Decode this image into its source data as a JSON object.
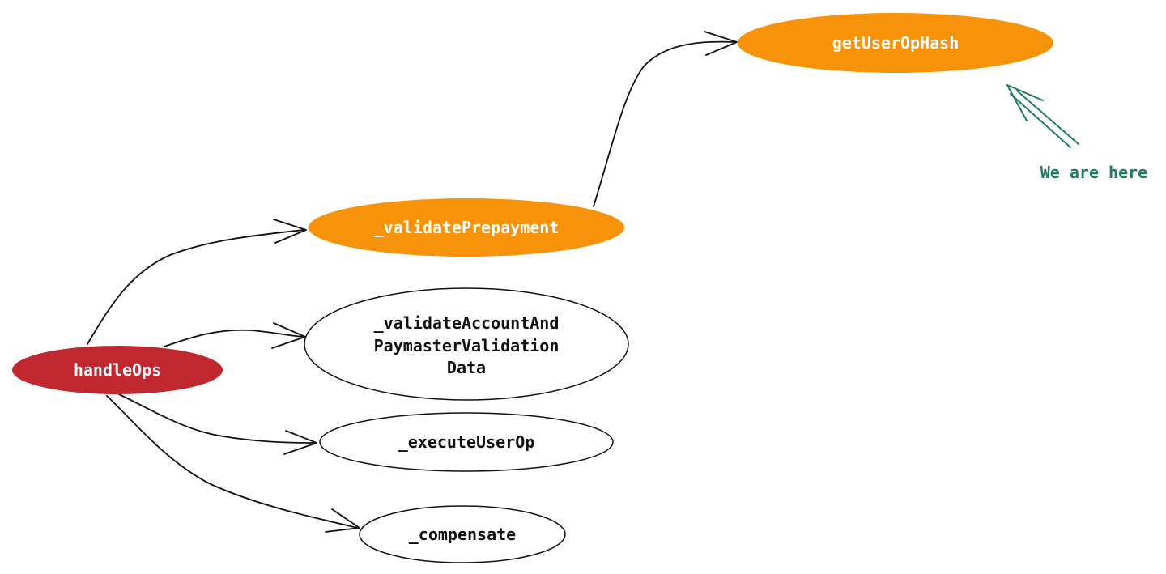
{
  "colors": {
    "root": "#c1272f",
    "highlight": "#f7930a",
    "plain_fill": "#ffffff",
    "plain_stroke": "#111111",
    "annotation": "#1e7f5c"
  },
  "nodes": {
    "handleOps": {
      "label": "handleOps",
      "style": "root"
    },
    "validatePrepayment": {
      "label": "_validatePrepayment",
      "style": "highlight"
    },
    "getUserOpHash": {
      "label": "getUserOpHash",
      "style": "highlight"
    },
    "validateAccount": {
      "lines": [
        "_validateAccountAnd",
        "PaymasterValidation",
        "Data"
      ],
      "style": "plain"
    },
    "executeUserOp": {
      "label": "_executeUserOp",
      "style": "plain"
    },
    "compensate": {
      "label": "_compensate",
      "style": "plain"
    }
  },
  "edges": [
    {
      "from": "handleOps",
      "to": "_validatePrepayment"
    },
    {
      "from": "handleOps",
      "to": "_validateAccountAndPaymasterValidationData"
    },
    {
      "from": "handleOps",
      "to": "_executeUserOp"
    },
    {
      "from": "handleOps",
      "to": "_compensate"
    },
    {
      "from": "_validatePrepayment",
      "to": "getUserOpHash"
    }
  ],
  "annotation": {
    "text": "We are here",
    "icon": "arrow-up-left-icon"
  }
}
